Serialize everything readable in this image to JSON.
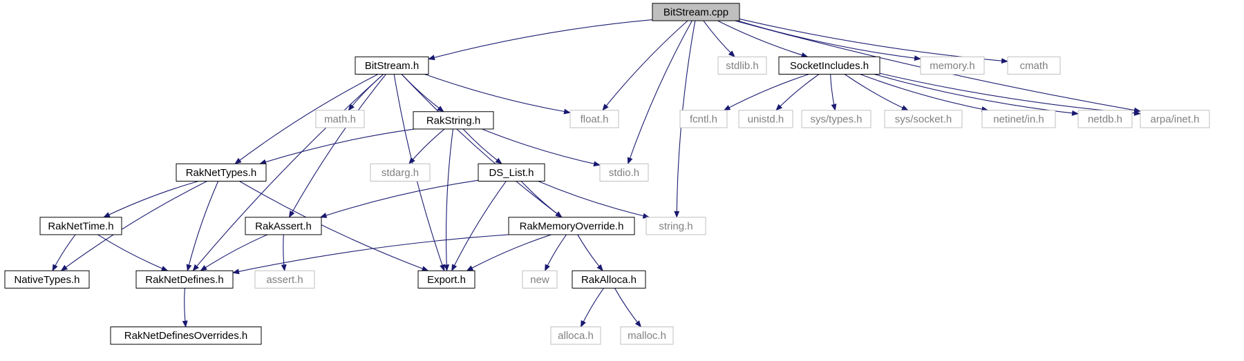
{
  "title": "BitStream.cpp",
  "colors": {
    "edge": "#191970",
    "root_fill": "#bfbfbf",
    "node_border_dark": "#000000",
    "node_border_light": "#bfbfbf",
    "text_dark": "#000000",
    "text_light": "#7f7f7f"
  },
  "nodes": [
    {
      "id": "bitstream_cpp",
      "label": "BitStream.cpp",
      "style": "root"
    },
    {
      "id": "bitstream_h",
      "label": "BitStream.h",
      "style": "dark"
    },
    {
      "id": "stdlib_h",
      "label": "stdlib.h",
      "style": "light"
    },
    {
      "id": "socketincludes_h",
      "label": "SocketIncludes.h",
      "style": "dark"
    },
    {
      "id": "memory_h",
      "label": "memory.h",
      "style": "light"
    },
    {
      "id": "cmath",
      "label": "cmath",
      "style": "light"
    },
    {
      "id": "math_h",
      "label": "math.h",
      "style": "light"
    },
    {
      "id": "rakstring_h",
      "label": "RakString.h",
      "style": "dark"
    },
    {
      "id": "float_h",
      "label": "float.h",
      "style": "light"
    },
    {
      "id": "fcntl_h",
      "label": "fcntl.h",
      "style": "light"
    },
    {
      "id": "unistd_h",
      "label": "unistd.h",
      "style": "light"
    },
    {
      "id": "sys_types_h",
      "label": "sys/types.h",
      "style": "light"
    },
    {
      "id": "sys_socket_h",
      "label": "sys/socket.h",
      "style": "light"
    },
    {
      "id": "netinet_in_h",
      "label": "netinet/in.h",
      "style": "light"
    },
    {
      "id": "netdb_h",
      "label": "netdb.h",
      "style": "light"
    },
    {
      "id": "arpa_inet_h",
      "label": "arpa/inet.h",
      "style": "light"
    },
    {
      "id": "raknettypes_h",
      "label": "RakNetTypes.h",
      "style": "dark"
    },
    {
      "id": "stdarg_h",
      "label": "stdarg.h",
      "style": "light"
    },
    {
      "id": "ds_list_h",
      "label": "DS_List.h",
      "style": "dark"
    },
    {
      "id": "stdio_h",
      "label": "stdio.h",
      "style": "light"
    },
    {
      "id": "raknettime_h",
      "label": "RakNetTime.h",
      "style": "dark"
    },
    {
      "id": "rakassert_h",
      "label": "RakAssert.h",
      "style": "dark"
    },
    {
      "id": "rakmemoryoverride_h",
      "label": "RakMemoryOverride.h",
      "style": "dark"
    },
    {
      "id": "string_h",
      "label": "string.h",
      "style": "light"
    },
    {
      "id": "nativetypes_h",
      "label": "NativeTypes.h",
      "style": "dark"
    },
    {
      "id": "raknetdefines_h",
      "label": "RakNetDefines.h",
      "style": "dark"
    },
    {
      "id": "assert_h",
      "label": "assert.h",
      "style": "light"
    },
    {
      "id": "export_h",
      "label": "Export.h",
      "style": "dark"
    },
    {
      "id": "new",
      "label": "new",
      "style": "light"
    },
    {
      "id": "rakalloca_h",
      "label": "RakAlloca.h",
      "style": "dark"
    },
    {
      "id": "raknetdefinesoverrides_h",
      "label": "RakNetDefinesOverrides.h",
      "style": "dark"
    },
    {
      "id": "alloca_h",
      "label": "alloca.h",
      "style": "light"
    },
    {
      "id": "malloc_h",
      "label": "malloc.h",
      "style": "light"
    }
  ],
  "edges": [
    [
      "bitstream_cpp",
      "bitstream_h"
    ],
    [
      "bitstream_cpp",
      "float_h"
    ],
    [
      "bitstream_cpp",
      "stdio_h"
    ],
    [
      "bitstream_cpp",
      "string_h"
    ],
    [
      "bitstream_cpp",
      "stdlib_h"
    ],
    [
      "bitstream_cpp",
      "socketincludes_h"
    ],
    [
      "bitstream_cpp",
      "arpa_inet_h"
    ],
    [
      "bitstream_cpp",
      "memory_h"
    ],
    [
      "bitstream_cpp",
      "cmath"
    ],
    [
      "bitstream_h",
      "raknetdefines_h"
    ],
    [
      "bitstream_h",
      "raknettypes_h"
    ],
    [
      "bitstream_h",
      "rakassert_h"
    ],
    [
      "bitstream_h",
      "math_h"
    ],
    [
      "bitstream_h",
      "export_h"
    ],
    [
      "bitstream_h",
      "rakstring_h"
    ],
    [
      "bitstream_h",
      "rakmemoryoverride_h"
    ],
    [
      "bitstream_h",
      "float_h"
    ],
    [
      "socketincludes_h",
      "fcntl_h"
    ],
    [
      "socketincludes_h",
      "unistd_h"
    ],
    [
      "socketincludes_h",
      "sys_types_h"
    ],
    [
      "socketincludes_h",
      "sys_socket_h"
    ],
    [
      "socketincludes_h",
      "netinet_in_h"
    ],
    [
      "socketincludes_h",
      "netdb_h"
    ],
    [
      "socketincludes_h",
      "arpa_inet_h"
    ],
    [
      "rakstring_h",
      "raknettypes_h"
    ],
    [
      "rakstring_h",
      "stdarg_h"
    ],
    [
      "rakstring_h",
      "ds_list_h"
    ],
    [
      "rakstring_h",
      "stdio_h"
    ],
    [
      "rakstring_h",
      "export_h"
    ],
    [
      "raknettypes_h",
      "nativetypes_h"
    ],
    [
      "raknettypes_h",
      "raknettime_h"
    ],
    [
      "raknettypes_h",
      "raknetdefines_h"
    ],
    [
      "raknettypes_h",
      "export_h"
    ],
    [
      "ds_list_h",
      "rakassert_h"
    ],
    [
      "ds_list_h",
      "export_h"
    ],
    [
      "ds_list_h",
      "rakmemoryoverride_h"
    ],
    [
      "ds_list_h",
      "string_h"
    ],
    [
      "raknettime_h",
      "nativetypes_h"
    ],
    [
      "raknettime_h",
      "raknetdefines_h"
    ],
    [
      "rakassert_h",
      "raknetdefines_h"
    ],
    [
      "rakassert_h",
      "assert_h"
    ],
    [
      "rakmemoryoverride_h",
      "raknetdefines_h"
    ],
    [
      "rakmemoryoverride_h",
      "export_h"
    ],
    [
      "rakmemoryoverride_h",
      "new"
    ],
    [
      "rakmemoryoverride_h",
      "rakalloca_h"
    ],
    [
      "raknetdefines_h",
      "raknetdefinesoverrides_h"
    ],
    [
      "rakalloca_h",
      "alloca_h"
    ],
    [
      "rakalloca_h",
      "malloc_h"
    ]
  ]
}
